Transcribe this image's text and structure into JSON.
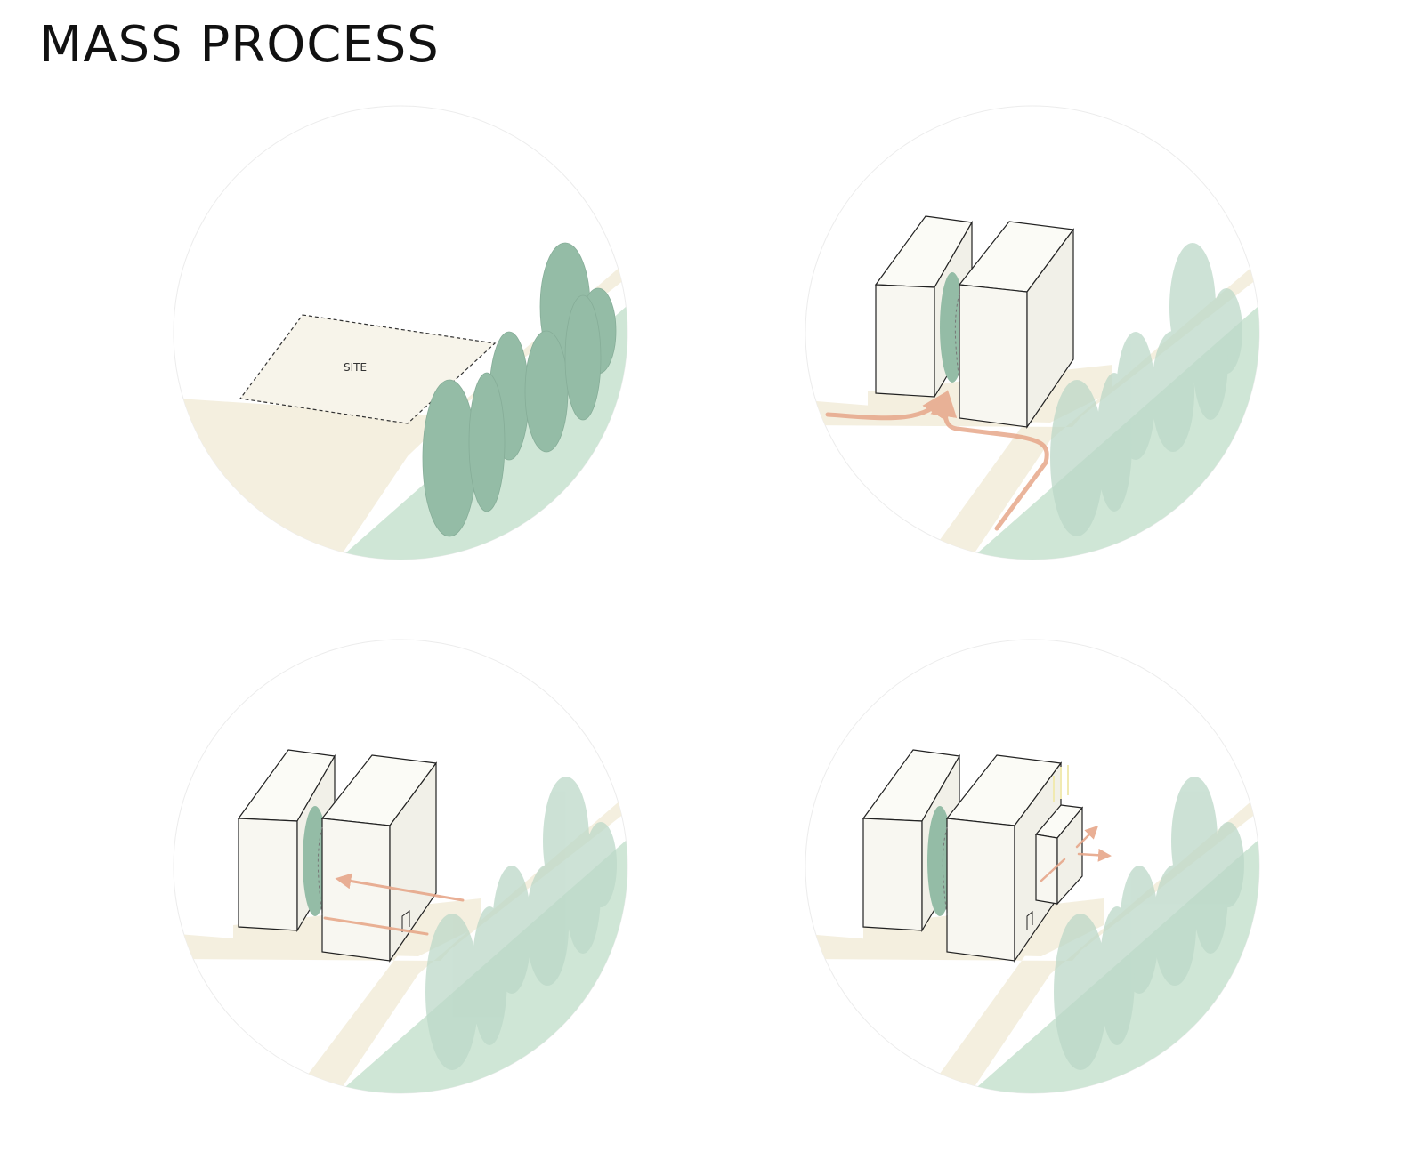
{
  "title": "MASS PROCESS",
  "site_label": "SITE",
  "colors": {
    "title": "#111111",
    "road": "#f4efdf",
    "park": "#cfe6d6",
    "tree": "#94bca6",
    "tree_faded": "#bcd8c8",
    "mass": "#f8f7f1",
    "mass_stroke": "#222222",
    "flow_arrow": "#e7a78a",
    "sun_ray": "#f1eab2",
    "circle_outline": "#ececec"
  },
  "panels": [
    {
      "step": 1,
      "elements": [
        "site-boundary",
        "road",
        "park",
        "trees"
      ]
    },
    {
      "step": 2,
      "elements": [
        "split-masses",
        "courtyard-tree",
        "entry-flow-arrows",
        "faded-trees"
      ]
    },
    {
      "step": 3,
      "elements": [
        "split-masses",
        "courtyard-tree",
        "view-arrows",
        "faded-trees"
      ]
    },
    {
      "step": 4,
      "elements": [
        "split-masses",
        "courtyard-tree",
        "side-volume",
        "sun-rays",
        "ventilation-arrows",
        "faded-trees"
      ]
    }
  ]
}
